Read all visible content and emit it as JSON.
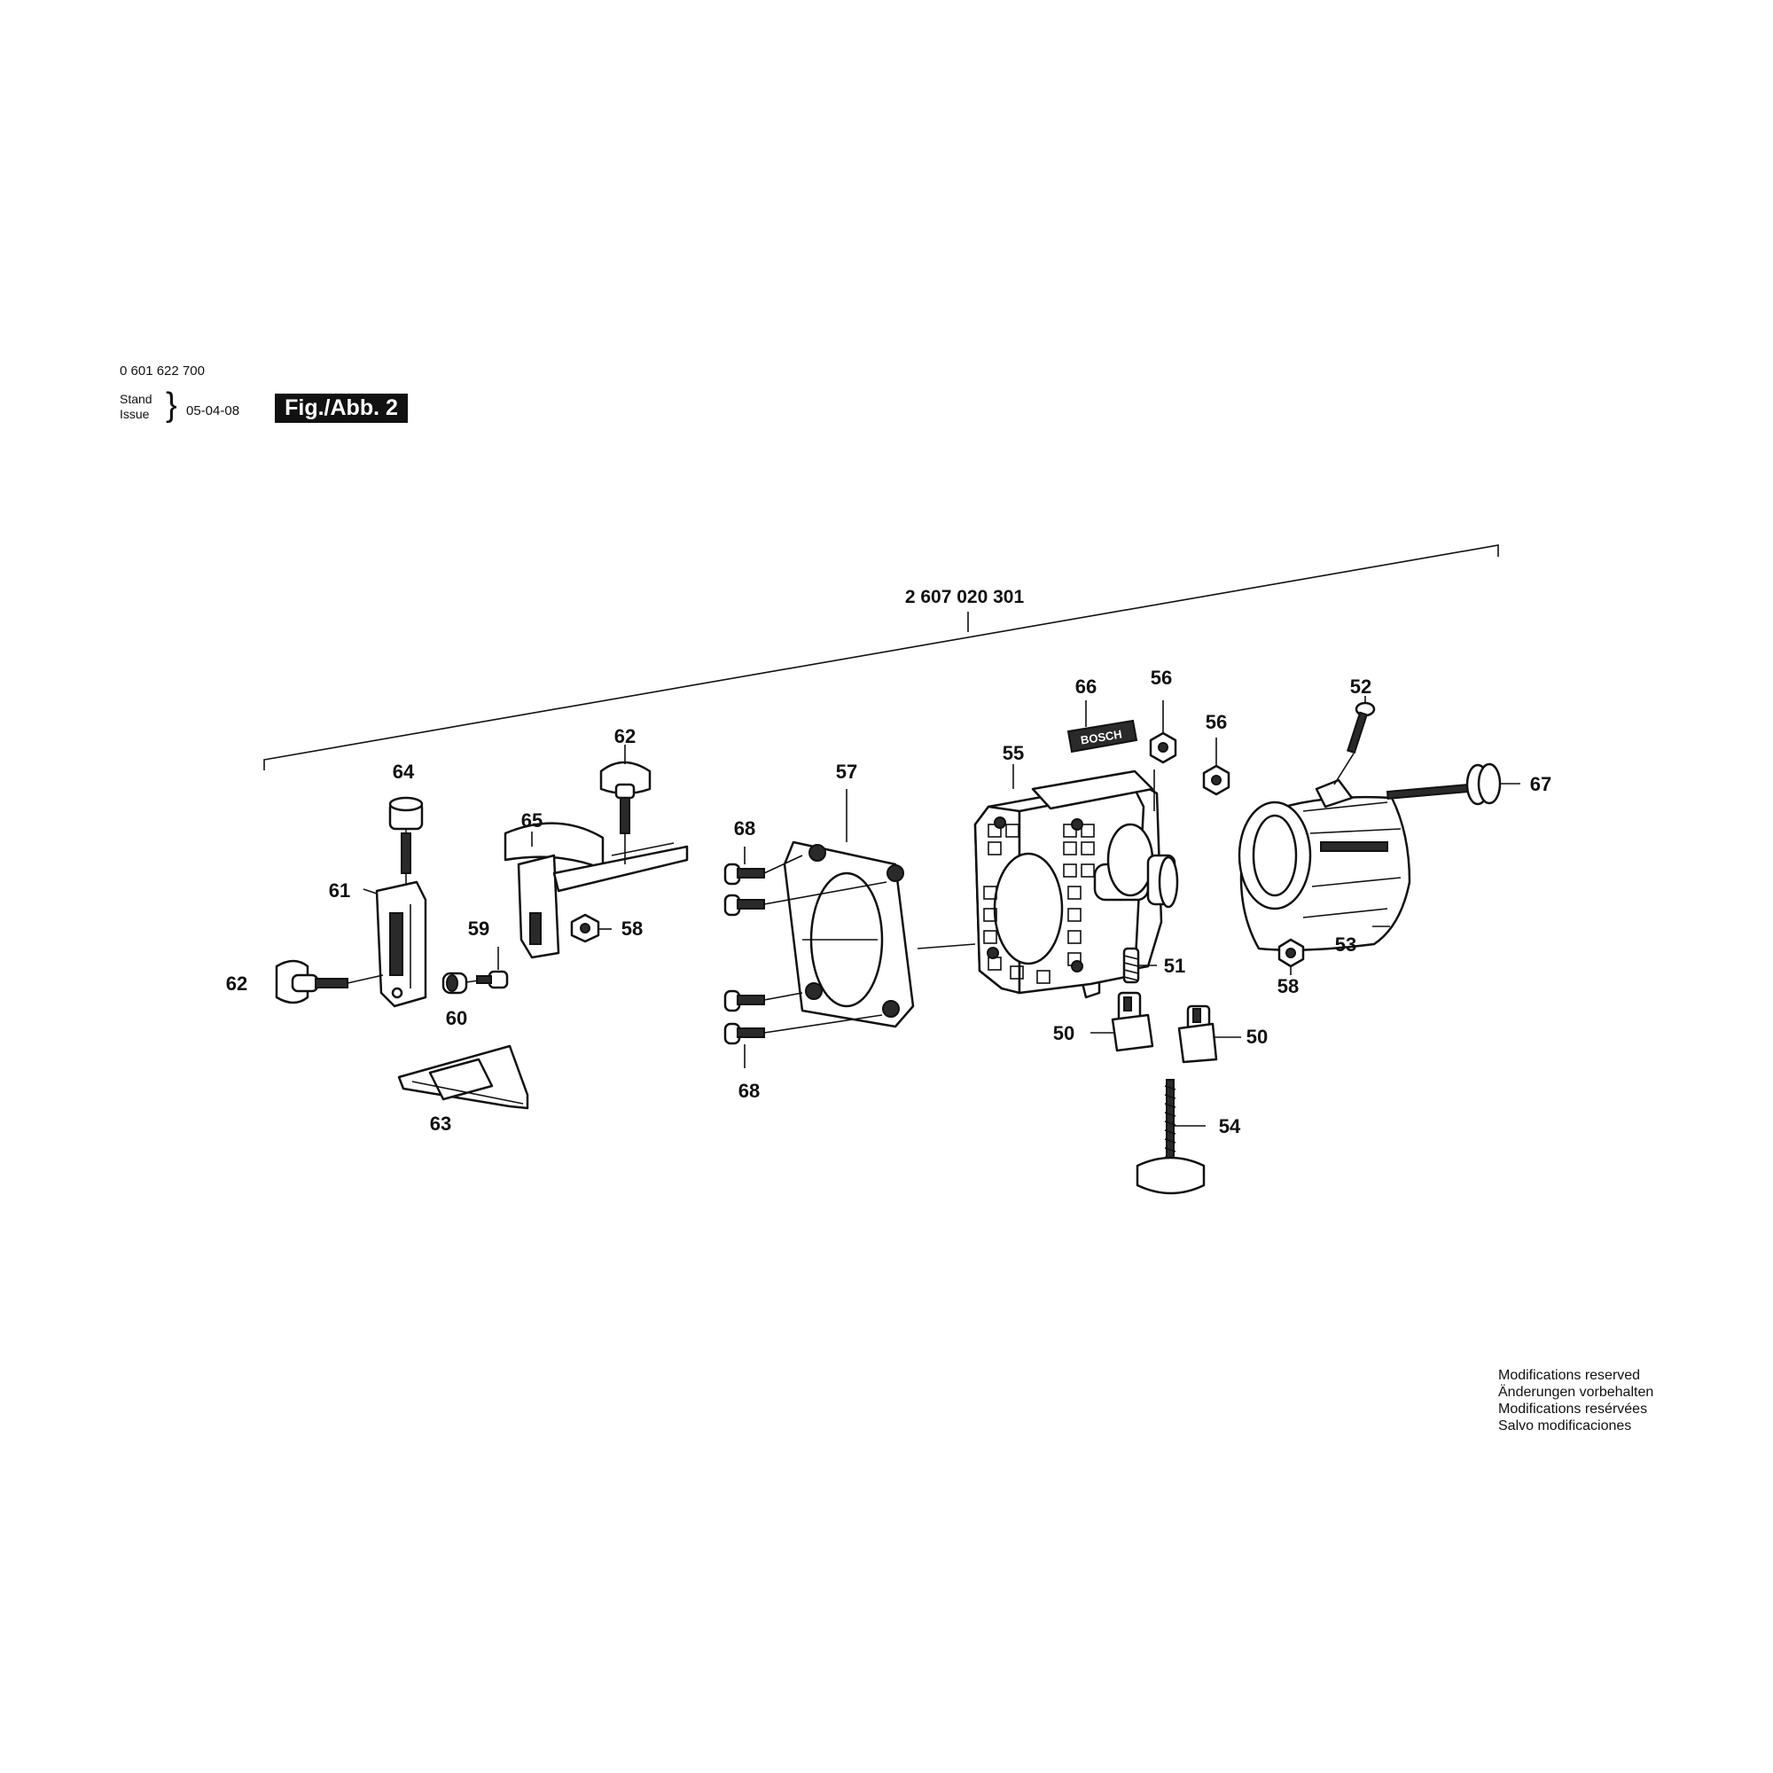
{
  "header": {
    "part_number": "0 601 622 700",
    "stand_label": "Stand",
    "issue_label": "Issue",
    "brace": "}",
    "issue_date": "05-04-08",
    "figure_label": "Fig./Abb. 2"
  },
  "kit": {
    "label": "2 607 020 301"
  },
  "callouts": {
    "c64": "64",
    "c61": "61",
    "c62a": "62",
    "c60": "60",
    "c59": "59",
    "c63": "63",
    "c62b": "62",
    "c65": "65",
    "c58a": "58",
    "c57": "57",
    "c68a": "68",
    "c68b": "68",
    "c55": "55",
    "c66": "66",
    "c56a": "56",
    "c56b": "56",
    "c51": "51",
    "c50a": "50",
    "c50b": "50",
    "c54": "54",
    "c52": "52",
    "c67": "67",
    "c53": "53",
    "c58b": "58"
  },
  "logo_text": "BOSCH",
  "footer": {
    "modifications": [
      "Modifications reserved",
      "Änderungen vorbehalten",
      "Modifications resérvées",
      "Salvo modificaciones"
    ]
  }
}
